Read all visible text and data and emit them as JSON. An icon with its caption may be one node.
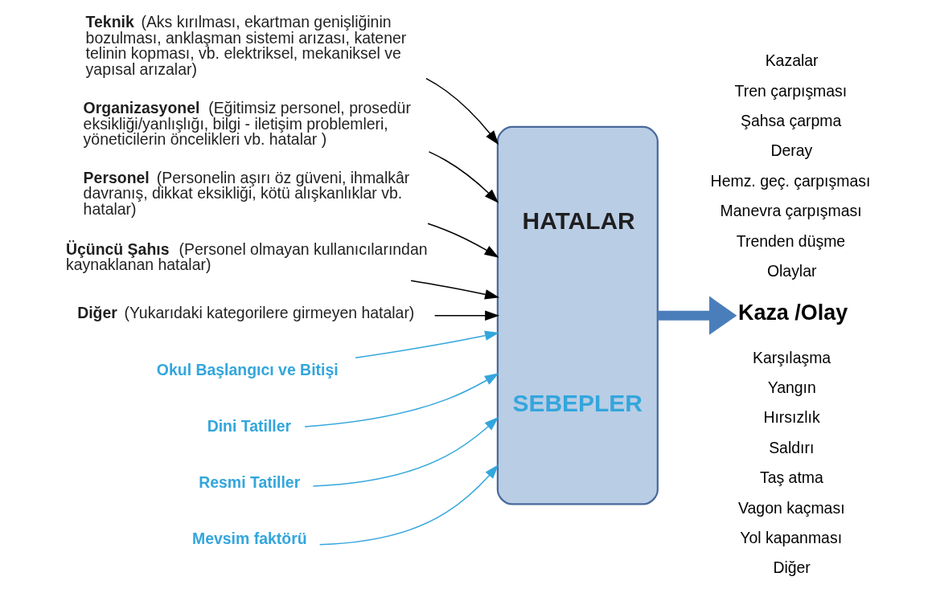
{
  "diagram": {
    "nodes": [
      {
        "text": [
          "**Teknik** (Aks kırılması, ekartman genişliğinin bozulması, anklaşman sistemi arızası, katener telinin kopması, vb. elektriksel, mekaniksel ve yapısal arızalar)"
        ]
      },
      {
        "text": [
          "**Organizasyonel** (Eğitimsiz personel, prosedür eksikliği/yanlışlığı, bilgi - iletişim problemleri, yöneticilerin öncelikleri vb. hatalar )"
        ]
      },
      {
        "text": [
          "**Personel** (Personelin aşırı öz güveni, ihmalkâr davranış, dikkat eksikliği, kötü alışkanlıklar vb. hatalar)"
        ]
      },
      {
        "text": [
          "**Üçüncü Şahıs** (Personel olmayan kullanıcılarından kaynaklanan hatalar)"
        ]
      },
      {
        "text": [
          "**Diğer** (Yukarıdaki kategorilere girmeyen hatalar)"
        ]
      },
      {
        "text": [
          "Okul Başlangıcı ve Bitişi"
        ]
      },
      {
        "text": [
          "Dini Tatiller"
        ]
      },
      {
        "text": [
          "Resmi Tatiller"
        ]
      },
      {
        "text": [
          "Mevsim faktörü"
        ]
      },
      {
        "text": [
          "HATALAR",
          "SEBEPLER"
        ]
      },
      {
        "text": [
          "Kaza /Olay"
        ]
      }
    ],
    "edges": [
      {
        "from": 0,
        "to": 9,
        "arrow": "to"
      },
      {
        "from": 1,
        "to": 9,
        "arrow": "to"
      },
      {
        "from": 2,
        "to": 9,
        "arrow": "to"
      },
      {
        "from": 3,
        "to": 9,
        "arrow": "to"
      },
      {
        "from": 4,
        "to": 9,
        "arrow": "to"
      },
      {
        "from": 5,
        "to": 9,
        "arrow": "to",
        "color": "#33a6dc"
      },
      {
        "from": 6,
        "to": 9,
        "arrow": "to",
        "color": "#33a6dc"
      },
      {
        "from": 7,
        "to": 9,
        "arrow": "to",
        "color": "#33a6dc"
      },
      {
        "from": 8,
        "to": 9,
        "arrow": "to",
        "color": "#33a6dc"
      },
      {
        "from": 9,
        "to": 10,
        "arrow": "to",
        "style": "thick",
        "color": "#4a7ebb"
      }
    ],
    "labels": [
      "Kazalar",
      "Tren çarpışması",
      "Şahsa çarpma",
      "Deray",
      "Hemz. geç. çarpışması",
      "Manevra çarpışması",
      "Trenden düşme",
      "Olaylar",
      "Karşılaşma",
      "Yangın",
      "Hırsızlık",
      "Saldırı",
      "Taş atma",
      "Vagon kaçması",
      "Yol kapanması",
      "Diğer"
    ]
  }
}
